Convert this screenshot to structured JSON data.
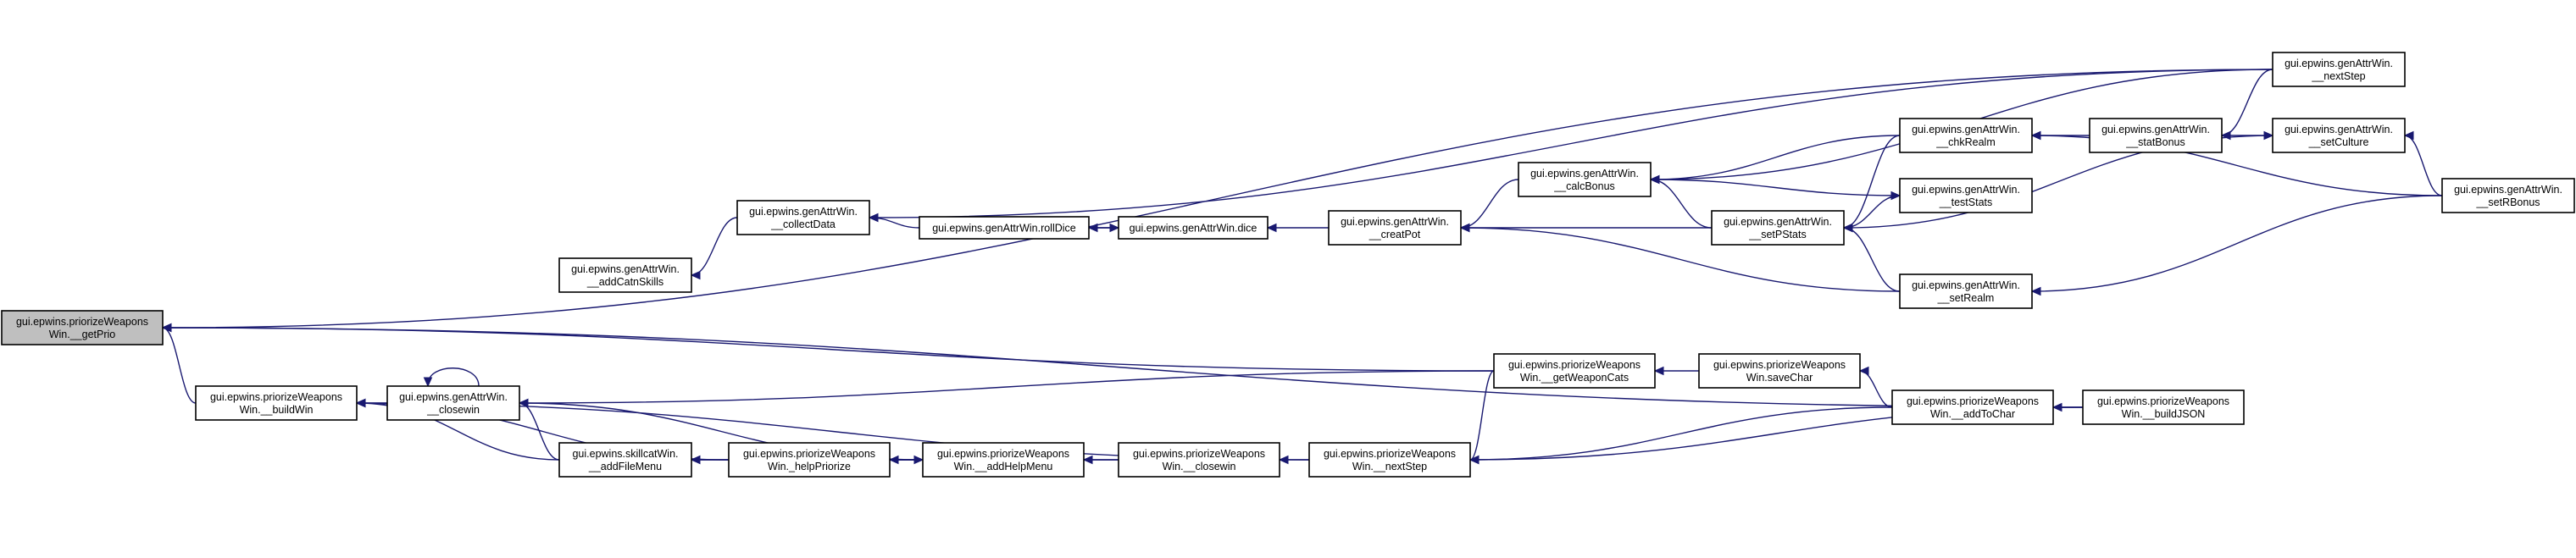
{
  "diagram": {
    "type": "call-graph",
    "colors": {
      "edge": "#191970",
      "node_border": "#000000",
      "root_fill": "#bfbfbf",
      "node_fill": "#ffffff"
    },
    "nodes": [
      {
        "id": "getPrio",
        "lines": [
          "gui.epwins.priorizeWeapons",
          "Win.__getPrio"
        ],
        "root": true
      },
      {
        "id": "buildWin",
        "lines": [
          "gui.epwins.priorizeWeapons",
          "Win.__buildWin"
        ]
      },
      {
        "id": "closewinAttr",
        "lines": [
          "gui.epwins.genAttrWin.",
          "__closewin"
        ]
      },
      {
        "id": "addCatnSkills",
        "lines": [
          "gui.epwins.genAttrWin.",
          "__addCatnSkills"
        ]
      },
      {
        "id": "addFileMenu",
        "lines": [
          "gui.epwins.skillcatWin.",
          "__addFileMenu"
        ]
      },
      {
        "id": "collectData",
        "lines": [
          "gui.epwins.genAttrWin.",
          "__collectData"
        ]
      },
      {
        "id": "helpPriorize",
        "lines": [
          "gui.epwins.priorizeWeapons",
          "Win._helpPriorize"
        ]
      },
      {
        "id": "rollDice",
        "lines": [
          "gui.epwins.genAttrWin.rollDice"
        ]
      },
      {
        "id": "addHelpMenu",
        "lines": [
          "gui.epwins.priorizeWeapons",
          "Win.__addHelpMenu"
        ]
      },
      {
        "id": "dice",
        "lines": [
          "gui.epwins.genAttrWin.dice"
        ]
      },
      {
        "id": "closewinPrio",
        "lines": [
          "gui.epwins.priorizeWeapons",
          "Win.__closewin"
        ]
      },
      {
        "id": "creatPot",
        "lines": [
          "gui.epwins.genAttrWin.",
          "__creatPot"
        ]
      },
      {
        "id": "nextStepPrio",
        "lines": [
          "gui.epwins.priorizeWeapons",
          "Win.__nextStep"
        ]
      },
      {
        "id": "calcBonus",
        "lines": [
          "gui.epwins.genAttrWin.",
          "__calcBonus"
        ]
      },
      {
        "id": "getWeaponCats",
        "lines": [
          "gui.epwins.priorizeWeapons",
          "Win.__getWeaponCats"
        ]
      },
      {
        "id": "setPStats",
        "lines": [
          "gui.epwins.genAttrWin.",
          "__setPStats"
        ]
      },
      {
        "id": "saveChar",
        "lines": [
          "gui.epwins.priorizeWeapons",
          "Win.saveChar"
        ]
      },
      {
        "id": "chkRealm",
        "lines": [
          "gui.epwins.genAttrWin.",
          "__chkRealm"
        ]
      },
      {
        "id": "testStats",
        "lines": [
          "gui.epwins.genAttrWin.",
          "__testStats"
        ]
      },
      {
        "id": "setRealm",
        "lines": [
          "gui.epwins.genAttrWin.",
          "__setRealm"
        ]
      },
      {
        "id": "addToChar",
        "lines": [
          "gui.epwins.priorizeWeapons",
          "Win.__addToChar"
        ]
      },
      {
        "id": "statBonus",
        "lines": [
          "gui.epwins.genAttrWin.",
          "__statBonus"
        ]
      },
      {
        "id": "buildJSON",
        "lines": [
          "gui.epwins.priorizeWeapons",
          "Win.__buildJSON"
        ]
      },
      {
        "id": "nextStepAttr",
        "lines": [
          "gui.epwins.genAttrWin.",
          "__nextStep"
        ]
      },
      {
        "id": "setCulture",
        "lines": [
          "gui.epwins.genAttrWin.",
          "__setCulture"
        ]
      },
      {
        "id": "setRBonus",
        "lines": [
          "gui.epwins.genAttrWin.",
          "__setRBonus"
        ]
      }
    ],
    "edges": [
      {
        "from": "buildWin",
        "to": "getPrio"
      },
      {
        "from": "nextStepAttr",
        "to": "getPrio"
      },
      {
        "from": "getWeaponCats",
        "to": "getPrio"
      },
      {
        "from": "buildJSON",
        "to": "getPrio"
      },
      {
        "from": "closewinAttr",
        "to": "buildWin"
      },
      {
        "from": "addFileMenu",
        "to": "buildWin"
      },
      {
        "from": "helpPriorize",
        "to": "buildWin"
      },
      {
        "from": "nextStepPrio",
        "to": "buildWin"
      },
      {
        "from": "closewinAttr",
        "to": "closewinAttr"
      },
      {
        "from": "getWeaponCats",
        "to": "closewinAttr"
      },
      {
        "from": "addHelpMenu",
        "to": "closewinAttr"
      },
      {
        "from": "addFileMenu",
        "to": "closewinAttr"
      },
      {
        "from": "collectData",
        "to": "addCatnSkills"
      },
      {
        "from": "rollDice",
        "to": "collectData"
      },
      {
        "from": "nextStepAttr",
        "to": "collectData"
      },
      {
        "from": "helpPriorize",
        "to": "addFileMenu"
      },
      {
        "from": "closewinPrio",
        "to": "addFileMenu"
      },
      {
        "from": "addHelpMenu",
        "to": "helpPriorize"
      },
      {
        "from": "helpPriorize",
        "to": "addHelpMenu"
      },
      {
        "from": "closewinPrio",
        "to": "addHelpMenu"
      },
      {
        "from": "dice",
        "to": "rollDice"
      },
      {
        "from": "rollDice",
        "to": "dice"
      },
      {
        "from": "creatPot",
        "to": "dice"
      },
      {
        "from": "nextStepPrio",
        "to": "closewinPrio"
      },
      {
        "from": "calcBonus",
        "to": "creatPot"
      },
      {
        "from": "setPStats",
        "to": "creatPot"
      },
      {
        "from": "setRealm",
        "to": "creatPot"
      },
      {
        "from": "getWeaponCats",
        "to": "nextStepPrio"
      },
      {
        "from": "addToChar",
        "to": "nextStepPrio"
      },
      {
        "from": "buildJSON",
        "to": "nextStepPrio"
      },
      {
        "from": "chkRealm",
        "to": "calcBonus"
      },
      {
        "from": "setPStats",
        "to": "calcBonus"
      },
      {
        "from": "nextStepAttr",
        "to": "calcBonus"
      },
      {
        "from": "saveChar",
        "to": "getWeaponCats"
      },
      {
        "from": "chkRealm",
        "to": "setPStats"
      },
      {
        "from": "testStats",
        "to": "setPStats"
      },
      {
        "from": "setRealm",
        "to": "setPStats"
      },
      {
        "from": "calcBonus",
        "to": "testStats"
      },
      {
        "from": "addToChar",
        "to": "saveChar"
      },
      {
        "from": "statBonus",
        "to": "chkRealm"
      },
      {
        "from": "setRBonus",
        "to": "chkRealm"
      },
      {
        "from": "setRBonus",
        "to": "setRealm"
      },
      {
        "from": "buildJSON",
        "to": "addToChar"
      },
      {
        "from": "nextStepAttr",
        "to": "statBonus"
      },
      {
        "from": "setCulture",
        "to": "statBonus"
      },
      {
        "from": "setPStats",
        "to": "setCulture"
      },
      {
        "from": "setRBonus",
        "to": "setCulture"
      }
    ]
  }
}
